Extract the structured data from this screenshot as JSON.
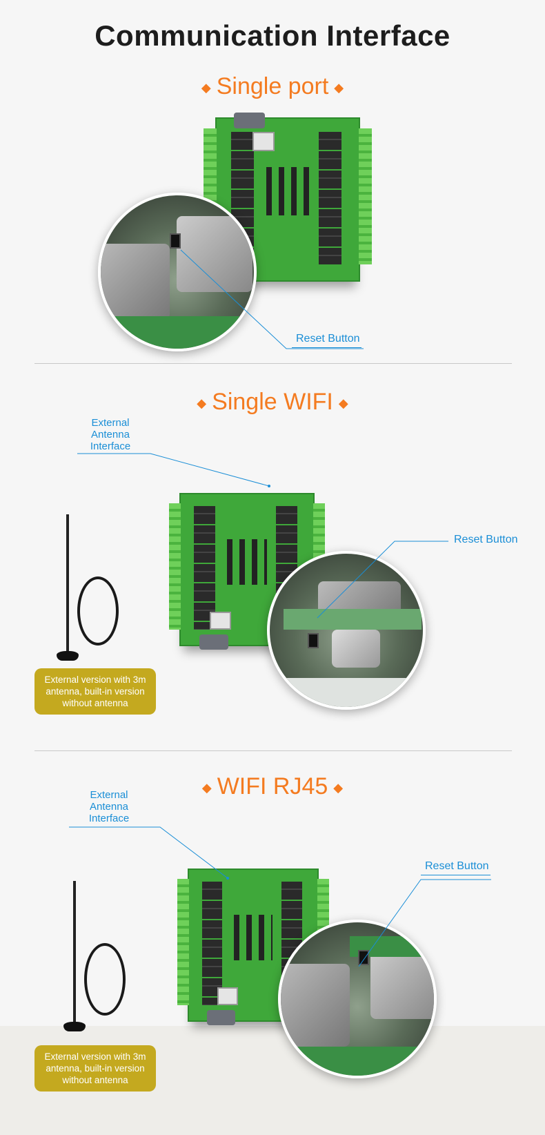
{
  "title": "Communication Interface",
  "sections": [
    {
      "heading": "Single port",
      "reset_label": "Reset Button"
    },
    {
      "heading": "Single WIFI",
      "antenna_label": [
        "External",
        "Antenna",
        "Interface"
      ],
      "reset_label": "Reset Button",
      "note": "External version with 3m antenna, built-in version without antenna"
    },
    {
      "heading": "WIFI RJ45",
      "antenna_label": [
        "External",
        "Antenna",
        "Interface"
      ],
      "reset_label": "Reset Button",
      "note": "External version with 3m antenna, built-in version without antenna"
    }
  ],
  "diamond": "◆",
  "colors": {
    "accent": "#f47b20",
    "label": "#1a8ed6",
    "note_bg": "#c4a91f"
  }
}
